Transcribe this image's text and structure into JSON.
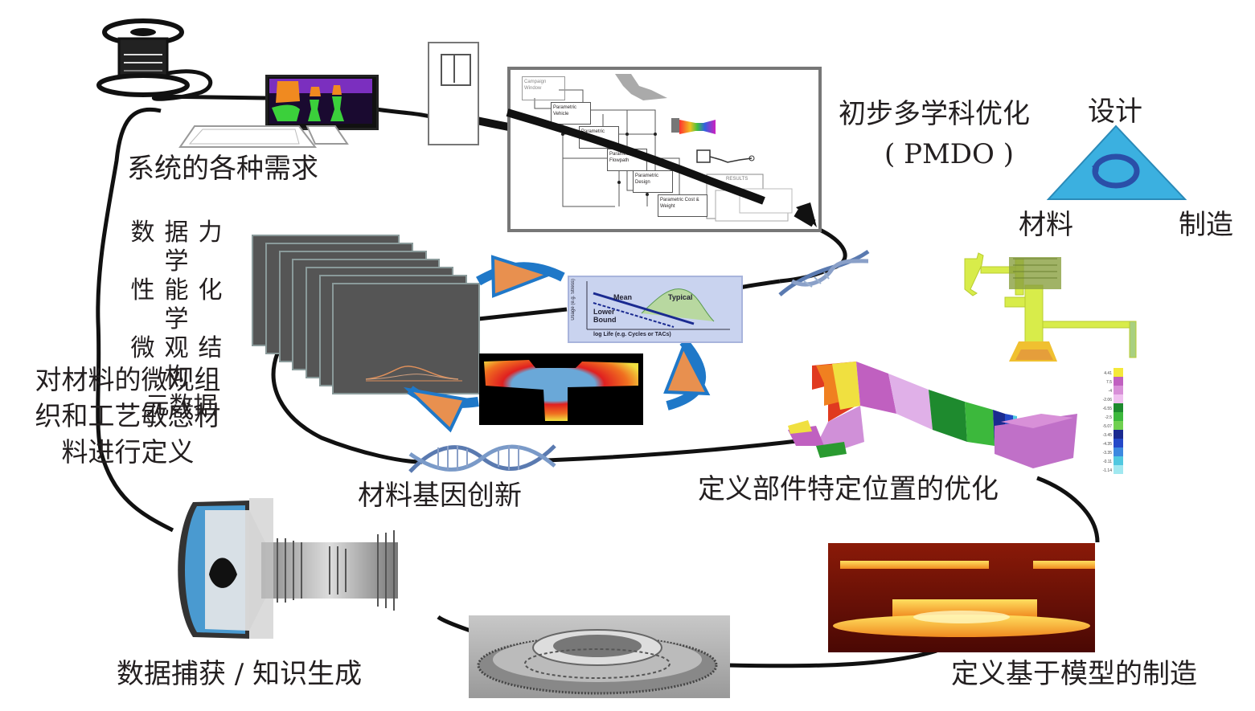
{
  "labels": {
    "system_requirements": "系统的各种需求",
    "pmdo_title": "初步多学科优化",
    "pmdo_abbr": "( PMDO )",
    "triangle_top": "设计",
    "triangle_left": "材料",
    "triangle_right": "制造",
    "metadata_lines": [
      "数据力学",
      "性能化学",
      "微观结构",
      "元数据"
    ],
    "material_definition_lines": [
      "对材料的微观组",
      "织和工艺敏感材",
      "料进行定义"
    ],
    "material_genome": "材料基因创新",
    "location_optimization": "定义部件特定位置的优化",
    "model_based_manufacturing": "定义基于模型的制造",
    "data_capture": "数据捕获 / 知识生成"
  },
  "mdo_flowchart": {
    "boxes": [
      "Campaign Window",
      "Parametric Vehicle",
      "Parametric Cycle",
      "Parametric Flowpath",
      "Parametric Design",
      "Parametric Cost & Weight"
    ],
    "report_title": "RESULTS"
  },
  "life_chart": {
    "ylabel": "Usage (e.g. Stress)",
    "xlabel": "log Life (e.g. Cycles or TACs)",
    "curves": [
      "Mean",
      "Lower Bound"
    ],
    "distribution_label": "Typical"
  },
  "colors": {
    "loop_line": "#111111",
    "cycle_arrow_blue": "#1f78c8",
    "triangle_orange": "#e8904f",
    "triangle_blue": "#3bb0e0",
    "triangle_ring": "#2a4fa8",
    "chart_bg": "#c9d3ef",
    "data_sheet": "#555555"
  },
  "legend_scale": {
    "colors": [
      "#f4e83a",
      "#c060c0",
      "#d890d8",
      "#f0c0f0",
      "#1e8a2e",
      "#3cb83c",
      "#70d050",
      "#1a2a90",
      "#2448c8",
      "#3c88e0",
      "#50c8e0",
      "#a0e8f0"
    ]
  }
}
